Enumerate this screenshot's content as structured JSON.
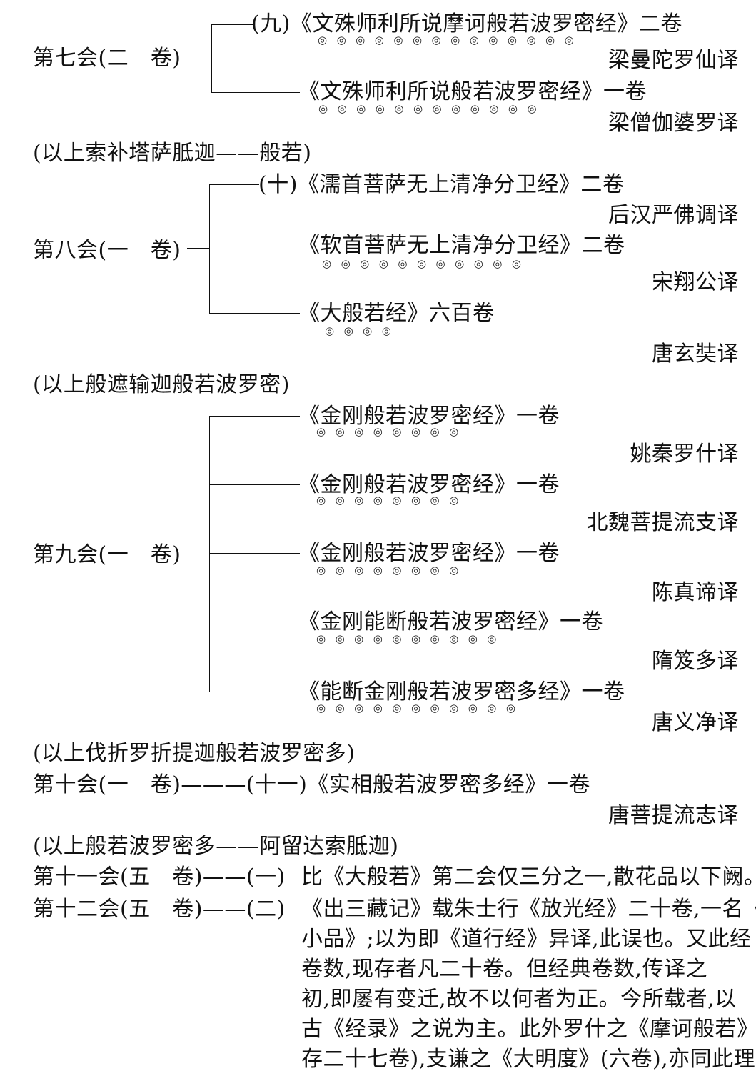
{
  "s7": {
    "label": "第七会(二　卷)",
    "b1": "(九)《文殊师利所说摩诃般若波罗密经》二卷",
    "b1_dots": "◎◎◎◎◎◎◎◎◎◎◎◎◎◎",
    "t1": "梁曼陀罗仙译",
    "b2": "《文殊师利所说般若波罗密经》一卷",
    "b2_dots": "◎◎◎◎◎◎◎◎◎◎◎◎",
    "t2": "梁僧伽婆罗译",
    "note": "(以上索补塔萨胝迦——般若)"
  },
  "s8": {
    "label": "第八会(一　卷)",
    "b1": "(十)《濡首菩萨无上清净分卫经》二卷",
    "t1": "后汉严佛调译",
    "b2": "《软首菩萨无上清净分卫经》二卷",
    "b2_dots": "◎◎◎◎◎◎◎◎◎◎◎",
    "t2": "宋翔公译",
    "b3": "《大般若经》六百卷",
    "b3_dots": "◎◎◎◎",
    "t3": "唐玄奘译",
    "note": "(以上般遮输迦般若波罗密)"
  },
  "s9": {
    "label": "第九会(一　卷)",
    "b1": "《金刚般若波罗密经》一卷",
    "b1_dots": "◎◎◎◎◎◎◎◎",
    "t1": "姚秦罗什译",
    "b2": "《金刚般若波罗密经》一卷",
    "b2_dots": "◎◎◎◎◎◎◎◎",
    "t2": "北魏菩提流支译",
    "b3": "《金刚般若波罗密经》一卷",
    "b3_dots": "◎◎◎◎◎◎◎◎",
    "t3": "陈真谛译",
    "b4": "《金刚能断般若波罗密经》一卷",
    "b4_dots": "◎◎◎◎◎◎◎◎◎◎",
    "t4": "隋笈多译",
    "b5": "《能断金刚般若波罗密多经》一卷",
    "b5_dots": "◎◎◎◎◎◎◎◎◎◎◎",
    "t5": "唐义净译",
    "note": "(以上伐折罗折提迦般若波罗密多)"
  },
  "s10": {
    "line": "第十会(一　卷)———(十一)《实相般若波罗密多经》一卷",
    "t1": "唐菩提流志译",
    "note": "(以上般若波罗密多——阿留达索胝迦)"
  },
  "s11": {
    "label": "第十一会(五　卷)——(一)",
    "text": "比《大般若》第二会仅三分之一,散花品以下阙。"
  },
  "s12": {
    "label": "第十二会(五　卷)——(二)",
    "lines": [
      "《出三藏记》载朱士行《放光经》二十卷,一名《旧",
      "小品》;以为即《道行经》异译,此误也。又此经",
      "卷数,现存者凡二十卷。但经典卷数,传译之",
      "初,即屡有变迁,故不以何者为正。今所载者,以",
      "古《经录》之说为主。此外罗什之《摩诃般若》(现",
      "存二十七卷),支谦之《大明度》(六卷),亦同此理。"
    ]
  }
}
